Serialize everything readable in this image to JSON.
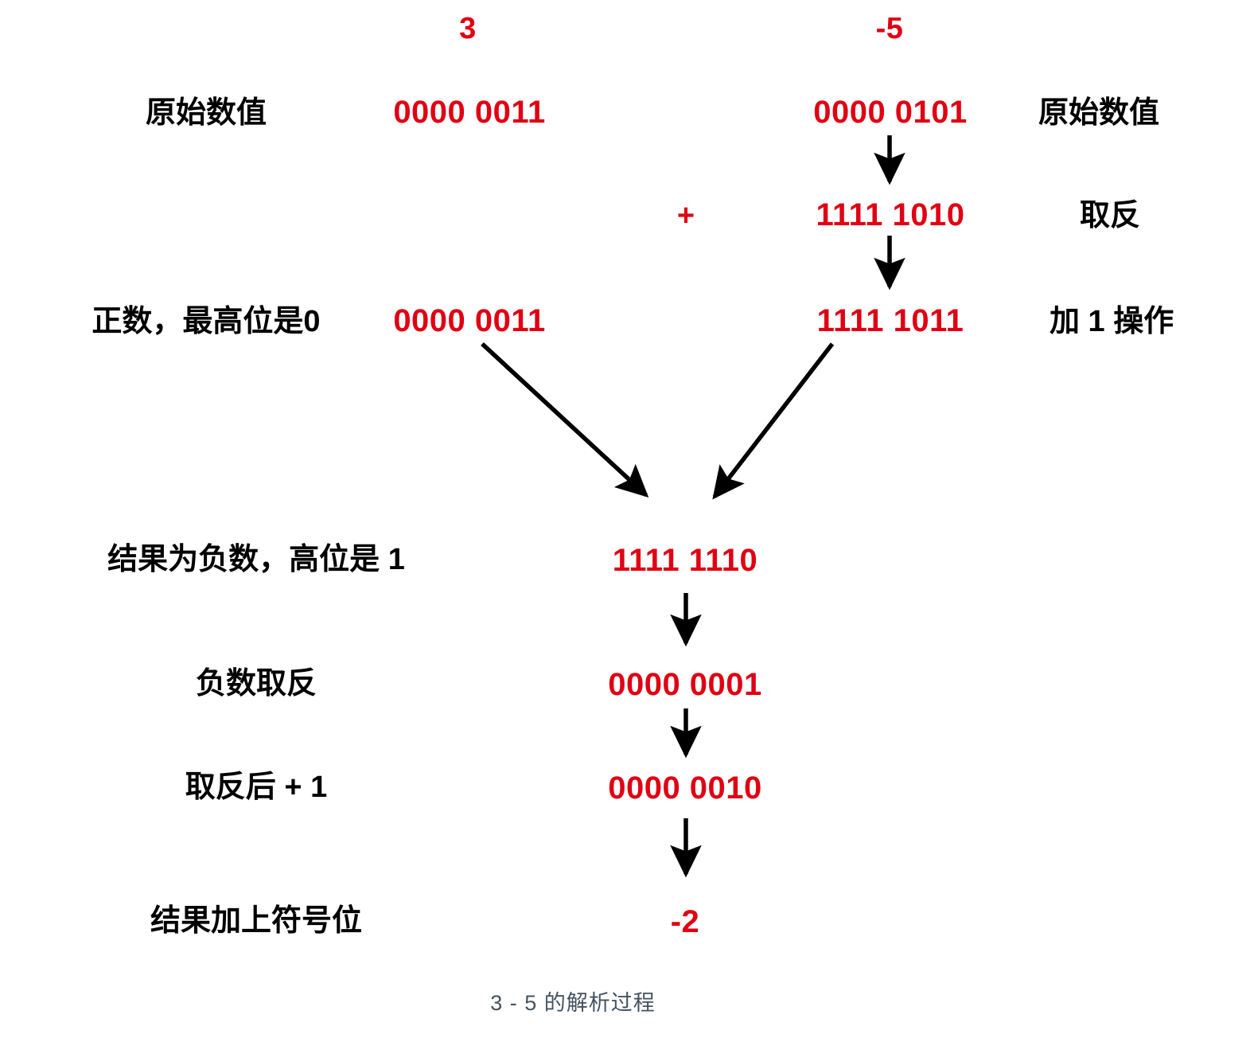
{
  "caption": "3 - 5 的解析过程",
  "colors": {
    "value_red": "#e00013",
    "label_black": "#000000",
    "caption_gray": "#44525f",
    "arrow_black": "#000000",
    "background": "#ffffff"
  },
  "operands": {
    "left_header": "3",
    "right_header": "-5",
    "operator": "+"
  },
  "left_column": {
    "rows": [
      {
        "label": "原始数值",
        "value": "0000 0011"
      },
      {
        "label": "正数，最高位是0",
        "value": "0000 0011"
      }
    ]
  },
  "right_column": {
    "rows": [
      {
        "value": "0000 0101",
        "label": "原始数值"
      },
      {
        "value": "1111 1010",
        "label": "取反"
      },
      {
        "value": "1111 1011",
        "label": "加 1 操作"
      }
    ]
  },
  "result_column": {
    "rows": [
      {
        "label": "结果为负数，高位是 1",
        "value": "1111 1110"
      },
      {
        "label": "负数取反",
        "value": "0000 0001"
      },
      {
        "label": "取反后 + 1",
        "value": "0000 0010"
      },
      {
        "label": "结果加上符号位",
        "value": "-2"
      }
    ]
  }
}
